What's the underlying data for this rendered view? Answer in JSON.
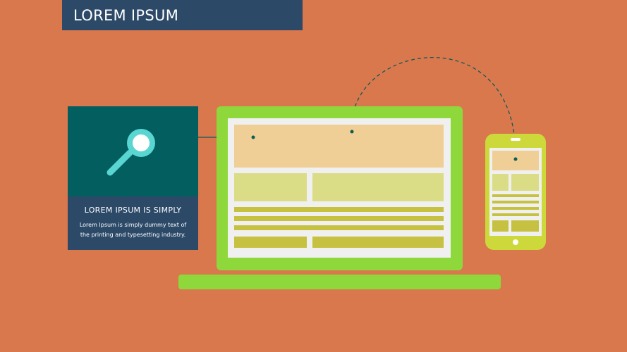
{
  "header": {
    "title": "LOREM IPSUM"
  },
  "card": {
    "icon": "magnifier-icon",
    "heading": "LOREM IPSUM IS SIMPLY",
    "body_line1": "Lorem Ipsum is simply dummy text of",
    "body_line2": "the printing and typesetting industry."
  },
  "colors": {
    "background": "#d9774d",
    "title_bar": "#2c4a68",
    "card_top": "#035e60",
    "card_bottom": "#2c4a68",
    "magnifier": "#5ad6d2",
    "laptop": "#8ed83c",
    "phone": "#cdd93a",
    "screen": "#f0f0f0",
    "block_peach": "#efcf95",
    "block_lime": "#dbdd86",
    "line_olive": "#c6c141",
    "connector": "#0f5b57"
  },
  "devices": {
    "laptop_icon": "laptop-icon",
    "phone_icon": "smartphone-icon"
  }
}
